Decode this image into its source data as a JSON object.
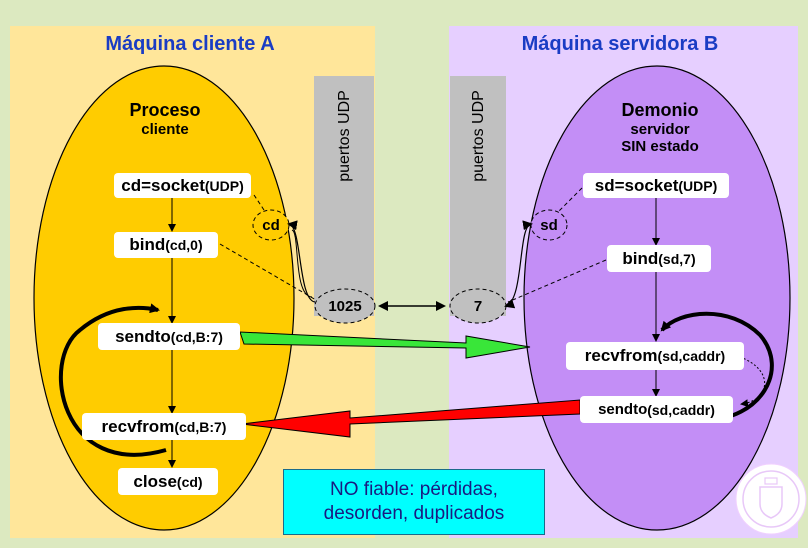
{
  "colors": {
    "outer_bg": "#dce9c0",
    "client_bg": "#ffe69a",
    "server_bg": "#e6cfff",
    "client_oval": "#ffcc00",
    "server_oval": "#c38ef6",
    "ports_column": "#c0c0c0",
    "title": "#1a3cc4",
    "notice_bg": "#00ffff",
    "send_arrow": "#39e639",
    "reply_arrow": "#ff0000"
  },
  "client": {
    "title": "Máquina cliente A",
    "process_line1": "Proceso",
    "process_line2": "cliente",
    "descriptor": "cd",
    "calls": [
      {
        "name": "cd=socket",
        "args": "(UDP)"
      },
      {
        "name": "bind",
        "args": "(cd,0)"
      },
      {
        "name": "sendto",
        "args": "(cd,B:7)"
      },
      {
        "name": "recvfrom",
        "args": "(cd,B:7)"
      },
      {
        "name": "close",
        "args": "(cd)"
      }
    ]
  },
  "server": {
    "title": "Máquina servidora B",
    "process_line1": "Demonio",
    "process_line2": "servidor",
    "process_line3": "SIN estado",
    "descriptor": "sd",
    "calls": [
      {
        "name": "sd=socket",
        "args": "(UDP)"
      },
      {
        "name": "bind",
        "args": "(sd,7)"
      },
      {
        "name": "recvfrom",
        "args": "(sd,caddr)"
      },
      {
        "name": "sendto",
        "args": "(sd,caddr)"
      }
    ]
  },
  "ports": {
    "label": "puertos UDP",
    "client_port": "1025",
    "server_port": "7"
  },
  "notice": {
    "line1": "NO fiable: pérdidas,",
    "line2": "desorden, duplicados"
  }
}
